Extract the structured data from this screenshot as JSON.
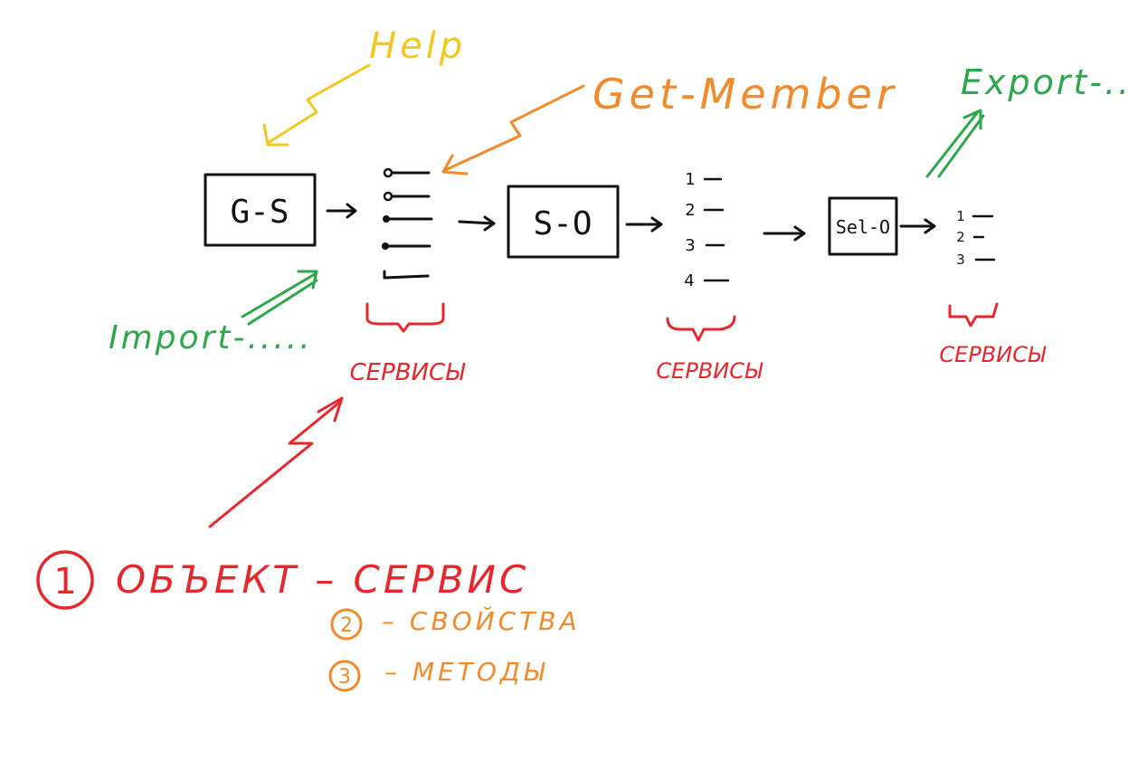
{
  "colors": {
    "ink": "#111111",
    "help": "#f2c81c",
    "getmember": "#f28a2a",
    "green": "#2aa84a",
    "red": "#e8262b",
    "orange": "#f28a2a"
  },
  "annotations": {
    "help": "Help",
    "get_member": "Get-Member",
    "import": "Import-.....",
    "export": "Export-...."
  },
  "boxes": {
    "gs": "G-S",
    "so": "S-O",
    "selo": "Sel-O"
  },
  "lists": {
    "so_items": [
      "1",
      "2",
      "3",
      "4"
    ],
    "selo_items": [
      "1",
      "2",
      "3"
    ]
  },
  "services_label": "СЕРВИСЫ",
  "legend": {
    "n1": "1",
    "t1": "ОБЪЕКТ – СЕРВИС",
    "n2": "2",
    "t2": "– СВОЙСТВА",
    "n3": "3",
    "t3": "– МЕТОДЫ"
  }
}
